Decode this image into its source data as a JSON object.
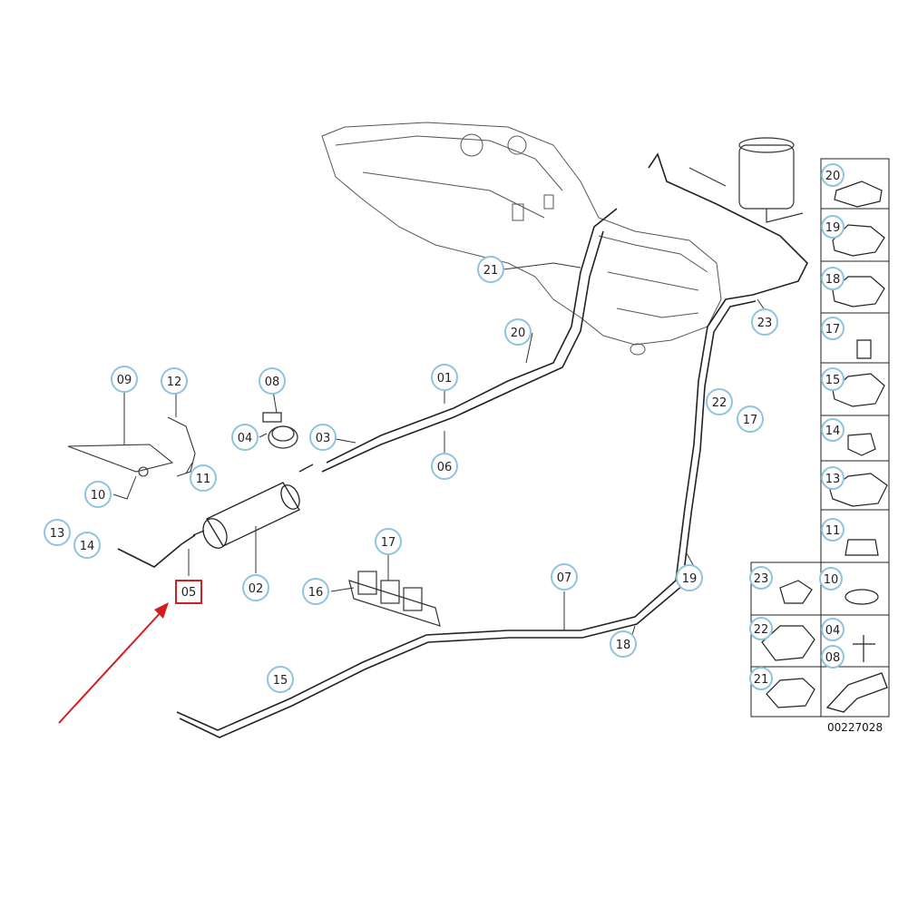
{
  "diagram": {
    "drawing_number": "00227028",
    "highlighted_part": "05",
    "callouts": [
      {
        "id": "c01",
        "text": "01"
      },
      {
        "id": "c02",
        "text": "02"
      },
      {
        "id": "c03",
        "text": "03"
      },
      {
        "id": "c04",
        "text": "04"
      },
      {
        "id": "c05",
        "text": "05"
      },
      {
        "id": "c06",
        "text": "06"
      },
      {
        "id": "c07",
        "text": "07"
      },
      {
        "id": "c08",
        "text": "08"
      },
      {
        "id": "c09",
        "text": "09"
      },
      {
        "id": "c10",
        "text": "10"
      },
      {
        "id": "c11",
        "text": "11"
      },
      {
        "id": "c12",
        "text": "12"
      },
      {
        "id": "c13",
        "text": "13"
      },
      {
        "id": "c14",
        "text": "14"
      },
      {
        "id": "c15",
        "text": "15"
      },
      {
        "id": "c16",
        "text": "16"
      },
      {
        "id": "c17a",
        "text": "17"
      },
      {
        "id": "c17b",
        "text": "17"
      },
      {
        "id": "c18",
        "text": "18"
      },
      {
        "id": "c19",
        "text": "19"
      },
      {
        "id": "c20",
        "text": "20"
      },
      {
        "id": "c21",
        "text": "21"
      },
      {
        "id": "c22",
        "text": "22"
      },
      {
        "id": "c23",
        "text": "23"
      }
    ],
    "legend_column": [
      "20",
      "19",
      "18",
      "17",
      "15",
      "14",
      "13",
      "11",
      "10"
    ],
    "legend_left": [
      "23",
      "22",
      "21"
    ],
    "legend_small": [
      "04",
      "08"
    ]
  },
  "colors": {
    "callout_ring": "#8ec5dd",
    "line": "#1a1a1a",
    "highlight": "#d21e1e",
    "arrow": "#d21e1e"
  }
}
